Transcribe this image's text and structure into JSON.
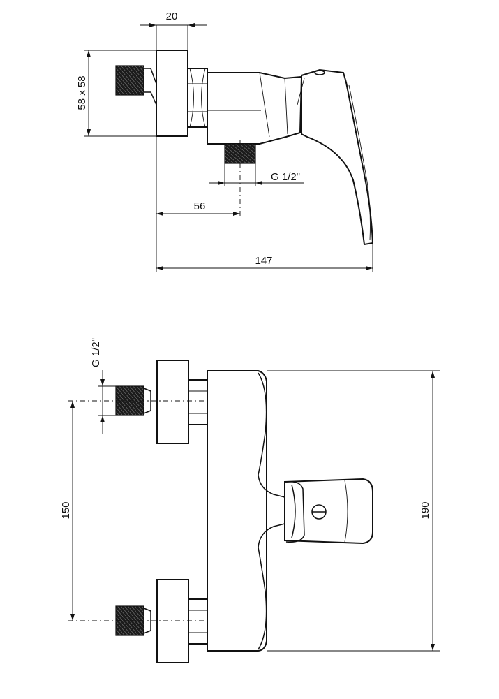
{
  "dimensions": {
    "flange_thickness": "20",
    "flange_size": "58 x 58",
    "outlet_thread": "G 1/2\"",
    "outlet_offset": "56",
    "overall_depth": "147",
    "inlet_thread": "G 1/2\"",
    "inlet_spacing": "150",
    "overall_height": "190"
  }
}
